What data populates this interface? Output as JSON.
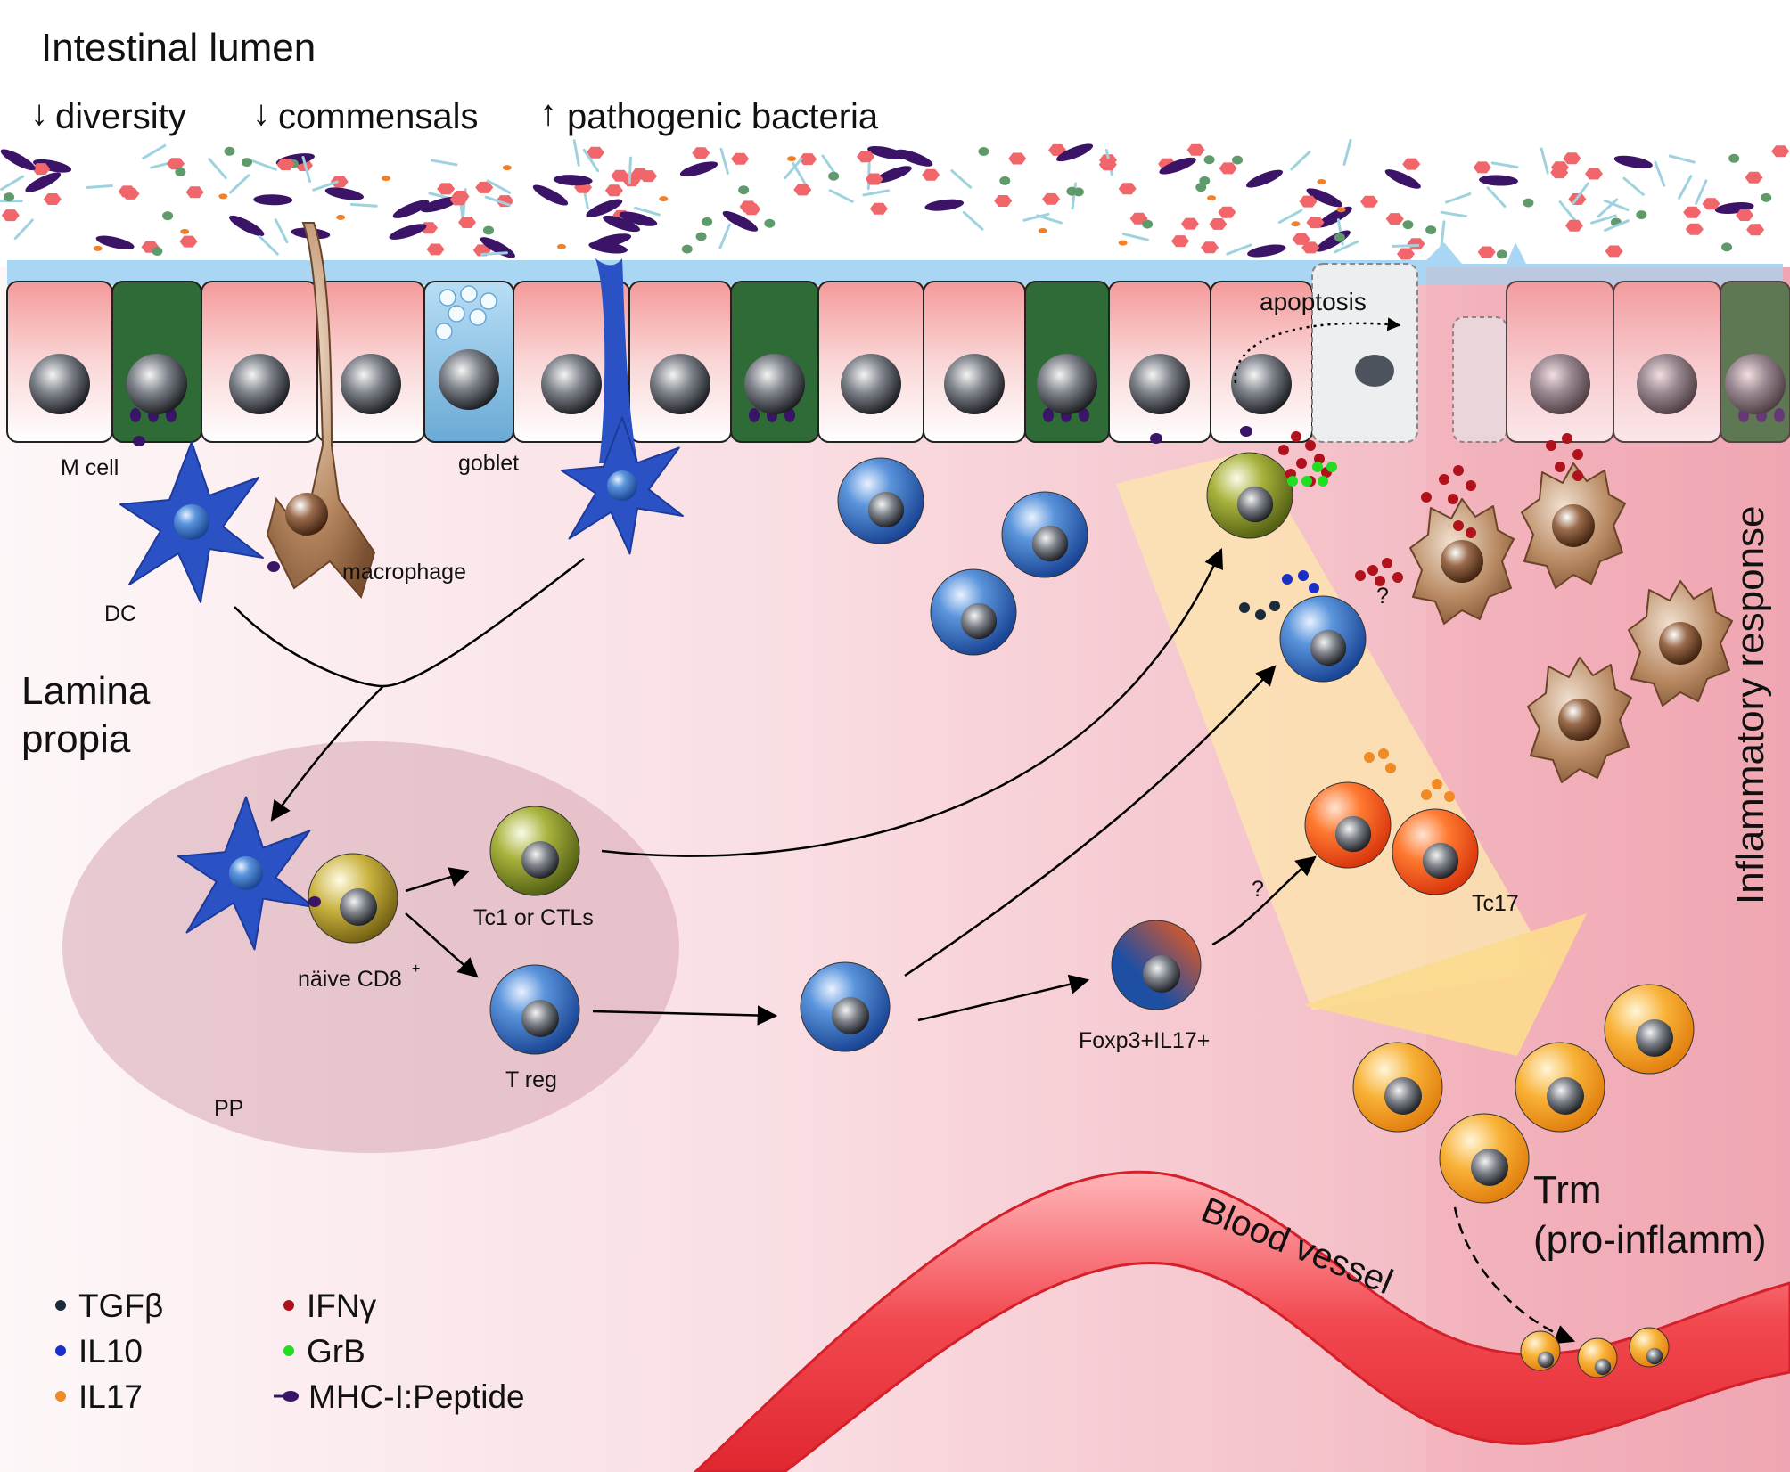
{
  "title": "Intestinal lumen",
  "lumen_changes": [
    {
      "arrow": "↓",
      "text": "diversity"
    },
    {
      "arrow": "↓",
      "text": "commensals"
    },
    {
      "arrow": "↑",
      "text": "pathogenic bacteria"
    }
  ],
  "labels": {
    "apoptosis": "apoptosis",
    "m_cell": "M cell",
    "goblet": "goblet",
    "macrophage": "macrophage",
    "dc": "DC",
    "lamina_line1": "Lamina",
    "lamina_line2": "propia",
    "naive_cd8": "näive CD8",
    "naive_cd8_sup": "+",
    "tc1": "Tc1 or CTLs",
    "treg": "T reg",
    "pp": "PP",
    "foxp3": "Foxp3+IL17+",
    "tc17": "Tc17",
    "question1": "?",
    "question2": "?",
    "inflammatory": "Inflammatory response",
    "trm_line1": "Trm",
    "trm_line2": "(pro-inflamm)",
    "blood_vessel": "Blood vessel"
  },
  "legend": [
    {
      "label": "TGFβ",
      "color": "#1c2b3a",
      "symbol": "dot"
    },
    {
      "label": "IL10",
      "color": "#1a2fc8",
      "symbol": "dot"
    },
    {
      "label": "IL17",
      "color": "#f08a24",
      "symbol": "dot"
    },
    {
      "label": "IFNγ",
      "color": "#b0121b",
      "symbol": "dot"
    },
    {
      "label": "GrB",
      "color": "#22dd22",
      "symbol": "dot"
    },
    {
      "label": "MHC-I:Peptide",
      "color": "#3a1466",
      "symbol": "mhc"
    }
  ],
  "colors": {
    "epithelial": "#f5b7b7",
    "mucus": "#a9d6f2",
    "m_cell": "#2f6b37",
    "dc": "#2a52c4",
    "macrophage": "#9a6a48",
    "treg": "#1f5ca8",
    "tc1": "#7a8a25",
    "tc17": "#f04b12",
    "trm": "#f5a21a",
    "vessel": "#e8363f",
    "lamina": "#f6d0d6"
  }
}
